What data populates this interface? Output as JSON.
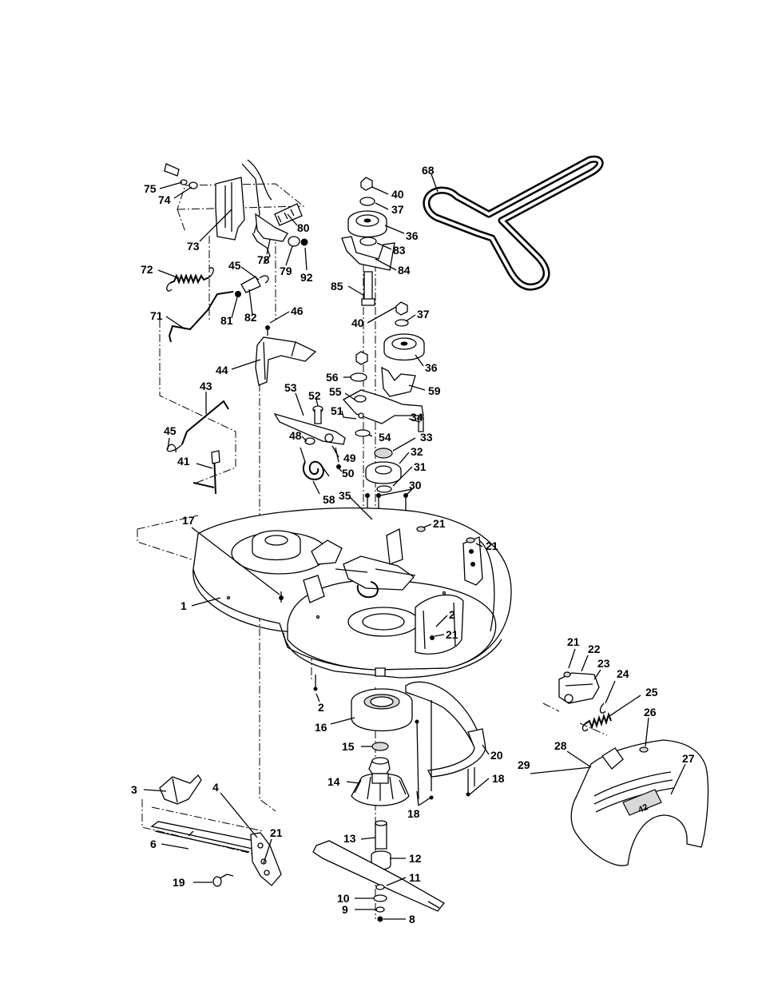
{
  "callouts": [
    {
      "id": "l75",
      "text": "75"
    },
    {
      "id": "l74",
      "text": "74"
    },
    {
      "id": "l73",
      "text": "73"
    },
    {
      "id": "l80",
      "text": "80"
    },
    {
      "id": "l78",
      "text": "78"
    },
    {
      "id": "l79",
      "text": "79"
    },
    {
      "id": "l92",
      "text": "92"
    },
    {
      "id": "l72",
      "text": "72"
    },
    {
      "id": "l45a",
      "text": "45"
    },
    {
      "id": "l81",
      "text": "81"
    },
    {
      "id": "l82",
      "text": "82"
    },
    {
      "id": "l71",
      "text": "71"
    },
    {
      "id": "l46",
      "text": "46"
    },
    {
      "id": "l44",
      "text": "44"
    },
    {
      "id": "l43",
      "text": "43"
    },
    {
      "id": "l45b",
      "text": "45"
    },
    {
      "id": "l41",
      "text": "41"
    },
    {
      "id": "l40a",
      "text": "40"
    },
    {
      "id": "l37a",
      "text": "37"
    },
    {
      "id": "l36a",
      "text": "36"
    },
    {
      "id": "l83",
      "text": "83"
    },
    {
      "id": "l84",
      "text": "84"
    },
    {
      "id": "l85",
      "text": "85"
    },
    {
      "id": "l68",
      "text": "68"
    },
    {
      "id": "l40b",
      "text": "40"
    },
    {
      "id": "l37b",
      "text": "37"
    },
    {
      "id": "l36b",
      "text": "36"
    },
    {
      "id": "l56",
      "text": "56"
    },
    {
      "id": "l59",
      "text": "59"
    },
    {
      "id": "l53",
      "text": "53"
    },
    {
      "id": "l52",
      "text": "52"
    },
    {
      "id": "l55",
      "text": "55"
    },
    {
      "id": "l51",
      "text": "51"
    },
    {
      "id": "l34",
      "text": "34"
    },
    {
      "id": "l48",
      "text": "48"
    },
    {
      "id": "l54",
      "text": "54"
    },
    {
      "id": "l33",
      "text": "33"
    },
    {
      "id": "l49",
      "text": "49"
    },
    {
      "id": "l50",
      "text": "50"
    },
    {
      "id": "l32",
      "text": "32"
    },
    {
      "id": "l31",
      "text": "31"
    },
    {
      "id": "l30",
      "text": "30"
    },
    {
      "id": "l58",
      "text": "58"
    },
    {
      "id": "l35",
      "text": "35"
    },
    {
      "id": "l21a",
      "text": "21"
    },
    {
      "id": "l21b",
      "text": "21"
    },
    {
      "id": "l17",
      "text": "17"
    },
    {
      "id": "l1",
      "text": "1"
    },
    {
      "id": "l2a",
      "text": "2"
    },
    {
      "id": "l21c",
      "text": "21"
    },
    {
      "id": "l2b",
      "text": "2"
    },
    {
      "id": "l16",
      "text": "16"
    },
    {
      "id": "l15",
      "text": "15"
    },
    {
      "id": "l14",
      "text": "14"
    },
    {
      "id": "l20",
      "text": "20"
    },
    {
      "id": "l18a",
      "text": "18"
    },
    {
      "id": "l18b",
      "text": "18"
    },
    {
      "id": "l21d",
      "text": "21"
    },
    {
      "id": "l22",
      "text": "22"
    },
    {
      "id": "l23",
      "text": "23"
    },
    {
      "id": "l24",
      "text": "24"
    },
    {
      "id": "l25",
      "text": "25"
    },
    {
      "id": "l26",
      "text": "26"
    },
    {
      "id": "l28",
      "text": "28"
    },
    {
      "id": "l27",
      "text": "27"
    },
    {
      "id": "l29",
      "text": "29"
    },
    {
      "id": "l3",
      "text": "3"
    },
    {
      "id": "l4",
      "text": "4"
    },
    {
      "id": "l21e",
      "text": "21"
    },
    {
      "id": "l6",
      "text": "6"
    },
    {
      "id": "l19",
      "text": "19"
    },
    {
      "id": "l13",
      "text": "13"
    },
    {
      "id": "l12",
      "text": "12"
    },
    {
      "id": "l11",
      "text": "11"
    },
    {
      "id": "l10",
      "text": "10"
    },
    {
      "id": "l9",
      "text": "9"
    },
    {
      "id": "l8",
      "text": "8"
    }
  ],
  "emblem": {
    "text": "42"
  }
}
